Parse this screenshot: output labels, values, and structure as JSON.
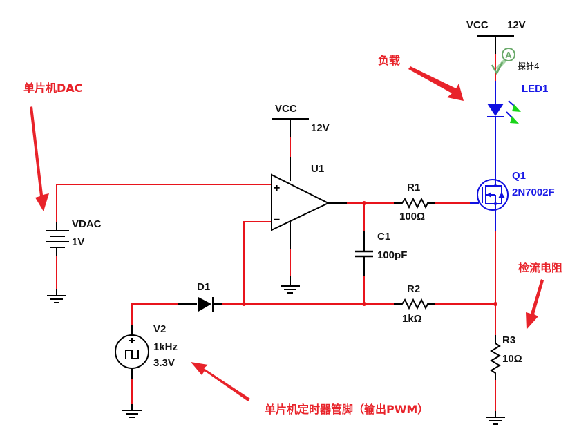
{
  "diagram": {
    "type": "circuit-schematic",
    "colors": {
      "wire": "#e8141c",
      "component": "#000000",
      "led_path": "#1010e0",
      "led_emission": "#19d419",
      "annotation": "#e8232a",
      "probe": "#6aaa6a"
    },
    "supplies": [
      {
        "id": "vcc-top",
        "name": "VCC",
        "value": "12V"
      },
      {
        "id": "vcc-opamp",
        "name": "VCC",
        "value": "12V"
      }
    ],
    "components": {
      "vdac": {
        "ref": "VDAC",
        "value": "1V",
        "kind": "dc-voltage-source"
      },
      "v2": {
        "ref": "V2",
        "freq": "1kHz",
        "value": "3.3V",
        "kind": "square-wave-source"
      },
      "d1": {
        "ref": "D1",
        "kind": "diode"
      },
      "u1": {
        "ref": "U1",
        "kind": "op-amp",
        "plus": "+",
        "minus": "−"
      },
      "r1": {
        "ref": "R1",
        "value": "100Ω"
      },
      "c1": {
        "ref": "C1",
        "value": "100pF"
      },
      "r2": {
        "ref": "R2",
        "value": "1kΩ"
      },
      "r3": {
        "ref": "R3",
        "value": "10Ω"
      },
      "q1": {
        "ref": "Q1",
        "value": "2N7002F",
        "kind": "n-mosfet"
      },
      "led1": {
        "ref": "LED1",
        "kind": "led"
      }
    },
    "probe": {
      "symbol": "A",
      "label": "探针4"
    },
    "annotations": {
      "dac": "单片机DAC",
      "load": "负载",
      "sense": "检流电阻",
      "pwm": "单片机定时器管脚（输出PWM）"
    }
  }
}
